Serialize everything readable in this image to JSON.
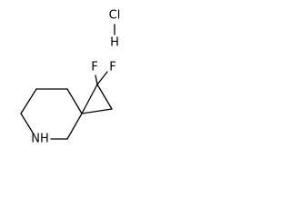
{
  "molecule": {
    "atoms": {
      "fluorine_top": "F",
      "fluorine_right": "F",
      "nitrogen_hydrogen": "NH"
    },
    "salt": {
      "chlorine": "Cl",
      "hydrogen": "H"
    }
  },
  "colors": {
    "bond": "#000000",
    "background": "#ffffff"
  }
}
